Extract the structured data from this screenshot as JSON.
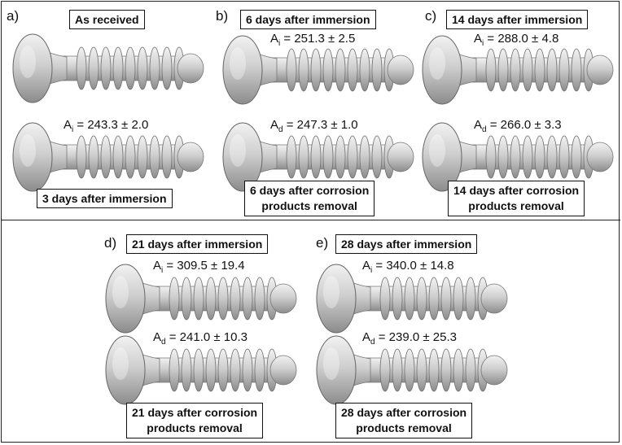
{
  "panels": {
    "a": {
      "letter": "a)",
      "top_label": "As received",
      "bottom_area_sub": "i",
      "bottom_area_value": " = 243.3 ± 2.0",
      "bottom_label": "3 days after immersion"
    },
    "b": {
      "letter": "b)",
      "top_label": "6 days after immersion",
      "top_area_sub": "i",
      "top_area_value": " = 251.3 ± 2.5",
      "bottom_area_sub": "d",
      "bottom_area_value": " = 247.3 ± 1.0",
      "bottom_label_1": "6 days after corrosion",
      "bottom_label_2": "products removal"
    },
    "c": {
      "letter": "c)",
      "top_label": "14 days after immersion",
      "top_area_sub": "i",
      "top_area_value": " = 288.0 ± 4.8",
      "bottom_area_sub": "d",
      "bottom_area_value": " = 266.0 ± 3.3",
      "bottom_label_1": "14 days after corrosion",
      "bottom_label_2": "products removal"
    },
    "d": {
      "letter": "d)",
      "top_label": "21 days after immersion",
      "top_area_sub": "i",
      "top_area_value": " = 309.5 ± 19.4",
      "bottom_area_sub": "d",
      "bottom_area_value": " = 241.0 ± 10.3",
      "bottom_label_1": "21 days after corrosion",
      "bottom_label_2": "products removal"
    },
    "e": {
      "letter": "e)",
      "top_label": "28 days after immersion",
      "top_area_sub": "i",
      "top_area_value": " = 340.0 ± 14.8",
      "bottom_area_sub": "d",
      "bottom_area_value": " = 239.0 ± 25.3",
      "bottom_label_1": "28 days after corrosion",
      "bottom_label_2": "products removal"
    }
  },
  "area_symbol": "A",
  "colors": {
    "screw_fill": "#cfcfcf",
    "screw_shadow": "#8c8c8c",
    "border": "#222222"
  }
}
